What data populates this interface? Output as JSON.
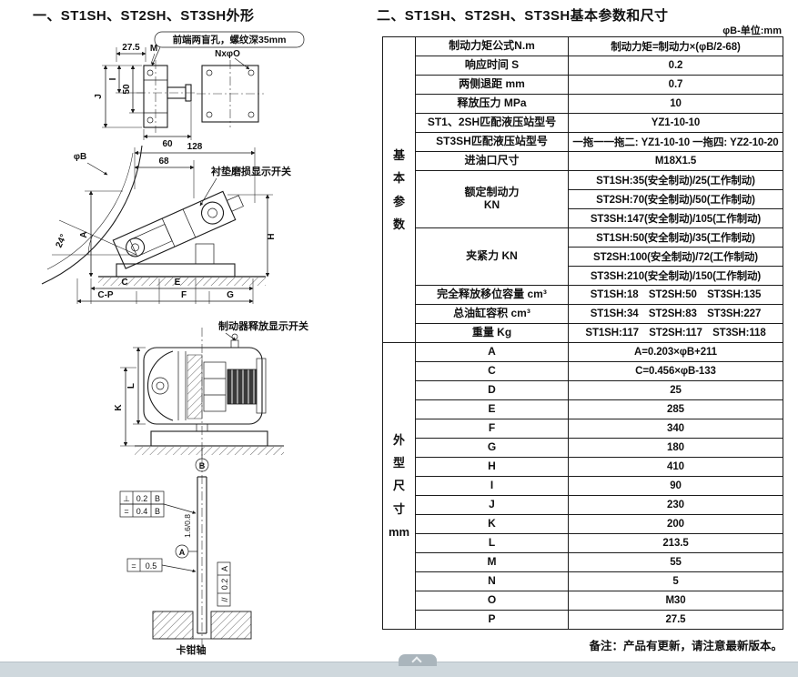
{
  "page": {
    "left_title": "一、ST1SH、ST2SH、ST3SH外形",
    "right_title": "二、ST1SH、ST2SH、ST3SH基本参数和尺寸",
    "unit_note": "φB-单位:mm",
    "footnote": "备注：产品有更新，请注意最新版本。"
  },
  "table": {
    "sections": [
      {
        "label": "基本参数",
        "label_lines": [
          "基",
          "本",
          "参",
          "数"
        ],
        "rows": [
          {
            "name": "制动力矩公式N.m",
            "value": "制动力矩=制动力×(φB/2-68)"
          },
          {
            "name": "响应时间 S",
            "value": "0.2"
          },
          {
            "name": "两侧退距 mm",
            "value": "0.7"
          },
          {
            "name": "释放压力 MPa",
            "value": "10"
          },
          {
            "name": "ST1、2SH匹配液压站型号",
            "value": "YZ1-10-10"
          },
          {
            "name": "ST3SH匹配液压站型号",
            "value": "一拖一一拖二: YZ1-10-10 一拖四: YZ2-10-20"
          },
          {
            "name": "进油口尺寸",
            "value": "M18X1.5"
          },
          {
            "name_lines": [
              "额定制动力",
              "KN"
            ],
            "values": [
              "ST1SH:35(安全制动)/25(工作制动)",
              "ST2SH:70(安全制动)/50(工作制动)",
              "ST3SH:147(安全制动)/105(工作制动)"
            ]
          },
          {
            "name": "夹紧力 KN",
            "values": [
              "ST1SH:50(安全制动)/35(工作制动)",
              "ST2SH:100(安全制动)/72(工作制动)",
              "ST3SH:210(安全制动)/150(工作制动)"
            ]
          },
          {
            "name": "完全释放移位容量 cm³",
            "value": "ST1SH:18  ST2SH:50  ST3SH:135"
          },
          {
            "name": "总油缸容积 cm³",
            "value": "ST1SH:34  ST2SH:83  ST3SH:227"
          },
          {
            "name": "重量 Kg",
            "value": "ST1SH:117  ST2SH:117  ST3SH:118"
          }
        ]
      },
      {
        "label": "外型尺寸mm",
        "label_lines": [
          "外",
          "型",
          "尺",
          "寸",
          "mm"
        ],
        "rows": [
          {
            "name": "A",
            "value": "A=0.203×φB+211"
          },
          {
            "name": "C",
            "value": "C=0.456×φB-133"
          },
          {
            "name": "D",
            "value": "25"
          },
          {
            "name": "E",
            "value": "285"
          },
          {
            "name": "F",
            "value": "340"
          },
          {
            "name": "G",
            "value": "180"
          },
          {
            "name": "H",
            "value": "410"
          },
          {
            "name": "I",
            "value": "90"
          },
          {
            "name": "J",
            "value": "230"
          },
          {
            "name": "K",
            "value": "200"
          },
          {
            "name": "L",
            "value": "213.5"
          },
          {
            "name": "M",
            "value": "55"
          },
          {
            "name": "N",
            "value": "5"
          },
          {
            "name": "O",
            "value": "M30"
          },
          {
            "name": "P",
            "value": "27.5"
          }
        ]
      }
    ]
  },
  "drawings": {
    "outline_view": {
      "callout": "前端两盲孔，螺纹深35mm",
      "dim_27_5": "27.5",
      "label_M": "M",
      "holes_label": "NxφO",
      "dim_J": "J",
      "dim_I": "I",
      "dim_50": "50",
      "dim_60": "60"
    },
    "side_view": {
      "dim_128": "128",
      "dim_68": "68",
      "wear_switch": "衬垫磨损显示开关",
      "disc_dia": "φB",
      "angle_24": "24°",
      "dim_A": "A",
      "dim_H": "H",
      "dim_C": "C",
      "dim_E": "E",
      "dim_F": "F",
      "dim_G": "G",
      "dim_CP": "C-P"
    },
    "front_view": {
      "release_switch": "制动器释放显示开关",
      "dim_L": "L",
      "dim_K": "K",
      "tol1_sym": "⊥",
      "tol1_val": "0.2",
      "tol1_datum": "B",
      "tol2_sym": "=",
      "tol2_val": "0.4",
      "tol2_datum": "B",
      "roughness": "1.6/0.8",
      "datum_A": "A",
      "datum_B": "B",
      "tol3_sym": "=",
      "tol3_val": "0.5",
      "tol4_sym": "//",
      "tol4_val": "0.2",
      "tol4_datum": "A",
      "shaft_label": "卡钳轴"
    }
  }
}
